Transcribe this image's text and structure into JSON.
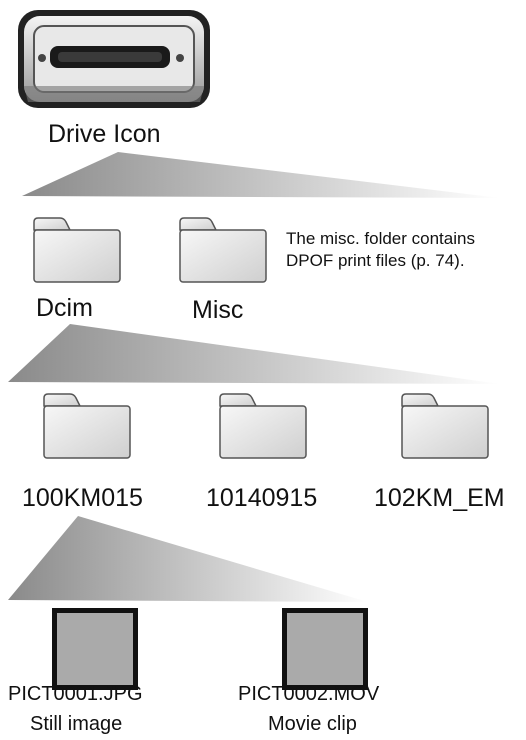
{
  "drive": {
    "label": "Drive Icon",
    "icon": "drive-icon"
  },
  "level1": {
    "folders": [
      {
        "name": "Dcim",
        "icon": "folder-icon"
      },
      {
        "name": "Misc",
        "icon": "folder-icon"
      }
    ],
    "note": "The misc. folder contains DPOF print files (p. 74)."
  },
  "level2": {
    "folders": [
      {
        "name": "100KM015",
        "icon": "folder-icon"
      },
      {
        "name": "10140915",
        "icon": "folder-icon"
      },
      {
        "name": "102KM_EM",
        "icon": "folder-icon"
      }
    ]
  },
  "level3": {
    "files": [
      {
        "filename": "PICT0001.JPG",
        "type": "Still image"
      },
      {
        "filename": "PICT0002.MOV",
        "type": "Movie clip"
      }
    ]
  },
  "colors": {
    "thumbnail": "#aaaaaa",
    "border": "#111111"
  }
}
